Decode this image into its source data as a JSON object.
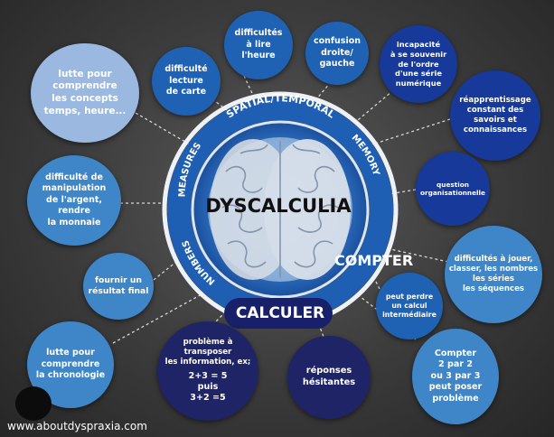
{
  "title": "DYSCALCULIA",
  "center_labels": {
    "compter": "COMPTER",
    "calculer": "CALCULER"
  },
  "ring_labels": {
    "spatial": "SPATIAL/TEMPORAL",
    "memory": "MEMORY",
    "measures": "MEASURES",
    "numbers": "NUMBERS"
  },
  "bubbles": {
    "lire_heure": "difficultés\nà lire\nl'heure",
    "confusion": "confusion\ndroite/\ngauche",
    "incapacite": "incapacité\nà se souvenir\nde l'ordre\nd'une série\nnumérique",
    "lecture_carte": "difficulté\nlecture\nde carte",
    "concepts_temps": "lutte pour\ncomprendre\nles concepts\ntemps, heure...",
    "reapprentissage": "réapprentissage\nconstant des\nsavoirs et\nconnaissances",
    "question_org": "question\norganisationnelle",
    "argent": "difficulté de\nmanipulation\nde l'argent,\nrendre\nla monnaie",
    "jouer": "difficultés à jouer,\nclasser, les nombres\nles séries\nles séquences",
    "resultat_final": "fournir un\nrésultat final",
    "calcul_intermediaire": "peut perdre\nun calcul\nintermédiaire",
    "chronologie": "lutte pour\ncomprendre\nla chronologie",
    "transposer": "problème à\ntransposer\nles information, ex;",
    "transposer_eq": "2+3 = 5\npuis\n3+2 =5",
    "hesitantes": "réponses\nhésitantes",
    "compter_2par2": "Compter\n2 par 2\nou 3 par 3\npeut poser\nproblème"
  },
  "footer": "www.aboutdyspraxia.com",
  "colors": {
    "background": "#3b3b3b",
    "light_blue": "#3f86c8",
    "medium_blue": "#1f62b4",
    "dark_blue": "#17399a",
    "navy": "#1e2466",
    "pale_blue": "#9bb9e0",
    "ring_inner": "#2a6fc0"
  },
  "icons": {
    "brain": "brain-icon"
  }
}
